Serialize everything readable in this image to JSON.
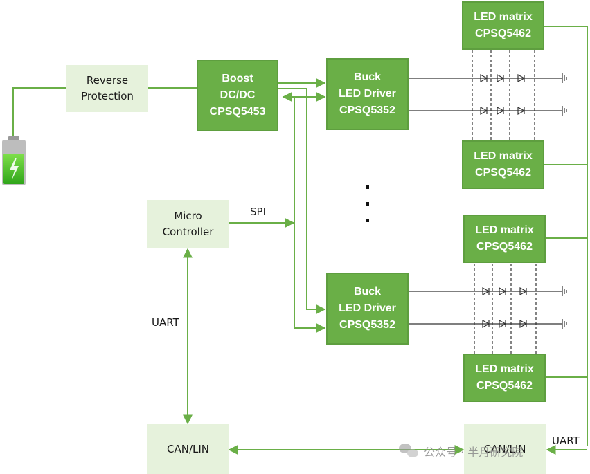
{
  "blocks": {
    "reverse": {
      "line1": "Reverse",
      "line2": "Protection"
    },
    "boost": {
      "line1": "Boost",
      "line2": "DC/DC",
      "line3": "CPSQ5453"
    },
    "buck_top": {
      "line1": "Buck",
      "line2": "LED Driver",
      "line3": "CPSQ5352"
    },
    "buck_bottom": {
      "line1": "Buck",
      "line2": "LED Driver",
      "line3": "CPSQ5352"
    },
    "micro": {
      "line1": "Micro",
      "line2": "Controller"
    },
    "can_left": {
      "label": "CAN/LIN"
    },
    "can_right": {
      "label": "CAN/LIN"
    },
    "matrix": [
      {
        "line1": "LED matrix",
        "line2": "CPSQ5462"
      },
      {
        "line1": "LED matrix",
        "line2": "CPSQ5462"
      },
      {
        "line1": "LED matrix",
        "line2": "CPSQ5462"
      },
      {
        "line1": "LED matrix",
        "line2": "CPSQ5462"
      }
    ]
  },
  "labels": {
    "spi": "SPI",
    "uart_left": "UART",
    "uart_right": "UART"
  },
  "watermark": {
    "text": "公众号 · 半月研究院"
  },
  "colors": {
    "block": "#6aaf47",
    "block_light": "#e6f2dc",
    "wire": "#6aaf47",
    "circuit": "#333333"
  }
}
